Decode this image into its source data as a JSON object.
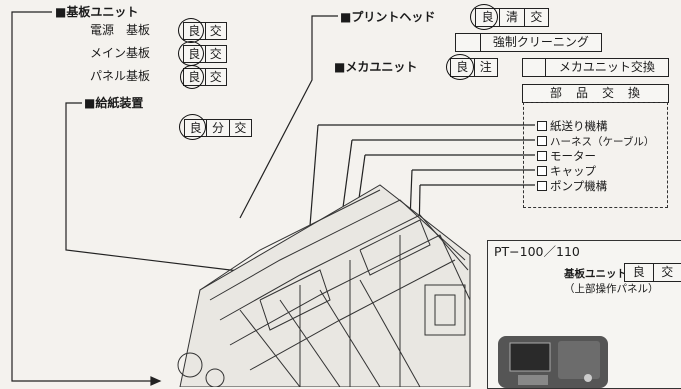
{
  "kiban_unit": {
    "title": "■基板ユニット",
    "rows": [
      {
        "label": "電源　基板",
        "c1": "良",
        "c2": "交"
      },
      {
        "label": "メイン基板",
        "c1": "良",
        "c2": "交"
      },
      {
        "label": "パネル基板",
        "c1": "良",
        "c2": "交"
      }
    ]
  },
  "kyushi": {
    "title": "■給紙装置",
    "cells": [
      "良",
      "分",
      "交"
    ]
  },
  "print_head": {
    "title": "■プリントヘッド",
    "cells": [
      "良",
      "清",
      "交"
    ],
    "force_cleaning": "強制クリーニング"
  },
  "mecha_unit": {
    "title": "■メカユニット",
    "c1": "良",
    "c2": "注",
    "exchange": "メカユニット交換"
  },
  "parts": {
    "header": "部　品　交　換",
    "items": [
      "紙送り機構",
      "ハーネス（ケーブル）",
      "モーター",
      "キャップ",
      "ポンプ機構"
    ]
  },
  "inset": {
    "model": "PT−100／110",
    "unit_label": "基板ユニット",
    "c1": "良",
    "c2": "交",
    "note": "（上部操作パネル）"
  },
  "colors": {
    "ink": "#1b1b1b",
    "paper": "#f4f2ee"
  }
}
